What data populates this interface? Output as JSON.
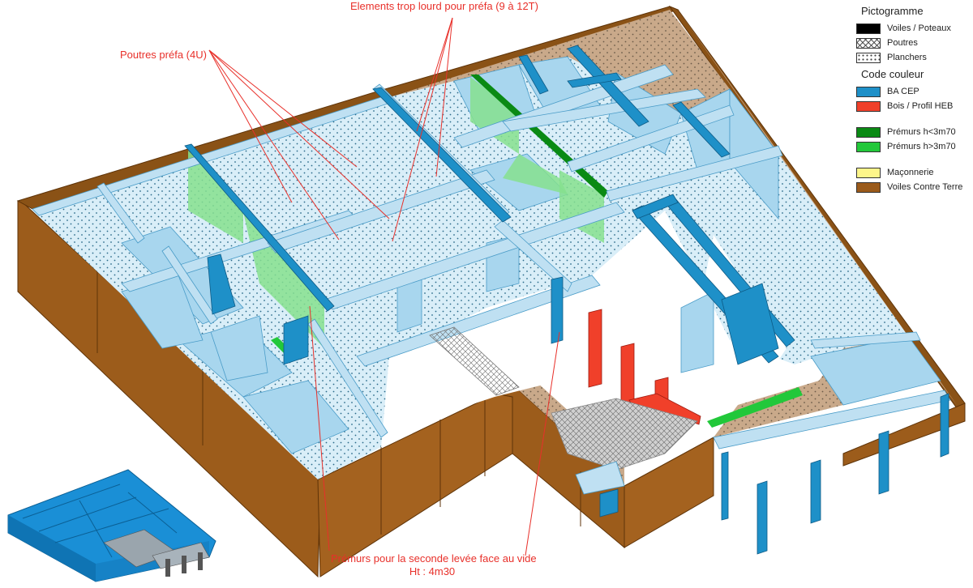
{
  "annotations": {
    "heavy": "Elements trop lourd pour préfa (9 à 12T)",
    "beams": "Poutres préfa (4U)",
    "premurs_line1": "Prémurs pour la seconde levée face au vide",
    "premurs_line2": "Ht : 4m30"
  },
  "legend": {
    "pictogramme_title": "Pictogramme",
    "pictogramme": [
      {
        "label": "Voiles / Poteaux",
        "pattern": "solid-black"
      },
      {
        "label": "Poutres",
        "pattern": "cross-hatch"
      },
      {
        "label": "Planchers",
        "pattern": "dots"
      }
    ],
    "couleur_title": "Code couleur",
    "couleur_groups": [
      [
        {
          "label": "BA CEP",
          "color": "#1e90c8"
        },
        {
          "label": "Bois / Profil HEB",
          "color": "#f0402a"
        }
      ],
      [
        {
          "label": "Prémurs h<3m70",
          "color": "#0a8a14"
        },
        {
          "label": "Prémurs h>3m70",
          "color": "#22c83a"
        }
      ],
      [
        {
          "label": "Maçonnerie",
          "color": "#fdf58a"
        },
        {
          "label": "Voiles Contre Terre",
          "color": "#9a5a1a"
        }
      ]
    ]
  },
  "colors": {
    "retaining_wall": "#9c5c1b",
    "retaining_wall_dark": "#6e3f10",
    "concrete_blue": "#1e90c8",
    "pale_blue": "#c5e4f4",
    "green_light": "#86e08e",
    "green_dark": "#0a8a14",
    "red": "#f0402a",
    "annotation": "#e8302a"
  },
  "icons": {
    "thumbnail": "building-3d-thumbnail-icon"
  }
}
